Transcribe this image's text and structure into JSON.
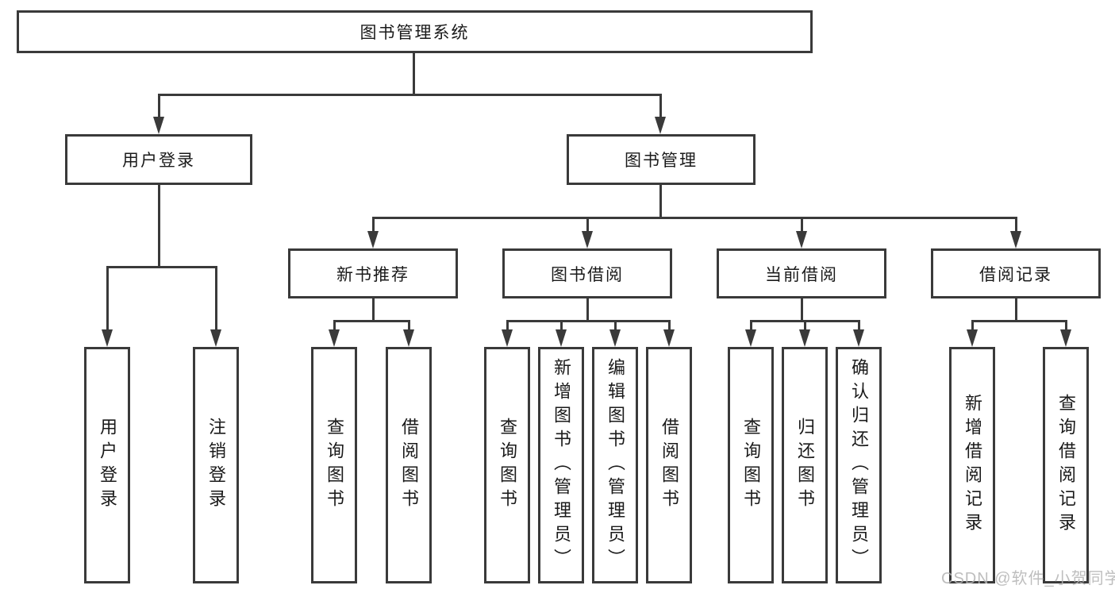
{
  "colors": {
    "line": "#3a3a3a",
    "text": "#1a1a1a",
    "background": "#ffffff",
    "watermark_text": "#b3b3b3"
  },
  "watermark": {
    "text": "CSDN @软件_小贺同学"
  },
  "tree": {
    "label": "图书管理系统",
    "children": [
      {
        "label": "用户登录",
        "children": [
          {
            "label": "用户登录"
          },
          {
            "label": "注销登录"
          }
        ]
      },
      {
        "label": "图书管理",
        "children": [
          {
            "label": "新书推荐",
            "children": [
              {
                "label": "查询图书"
              },
              {
                "label": "借阅图书"
              }
            ]
          },
          {
            "label": "图书借阅",
            "children": [
              {
                "label": "查询图书"
              },
              {
                "label": "新增图书（管理员）"
              },
              {
                "label": "编辑图书（管理员）"
              },
              {
                "label": "借阅图书"
              }
            ]
          },
          {
            "label": "当前借阅",
            "children": [
              {
                "label": "查询图书"
              },
              {
                "label": "归还图书"
              },
              {
                "label": "确认归还（管理员）"
              }
            ]
          },
          {
            "label": "借阅记录",
            "children": [
              {
                "label": "新增借阅记录"
              },
              {
                "label": "查询借阅记录"
              }
            ]
          }
        ]
      }
    ]
  }
}
